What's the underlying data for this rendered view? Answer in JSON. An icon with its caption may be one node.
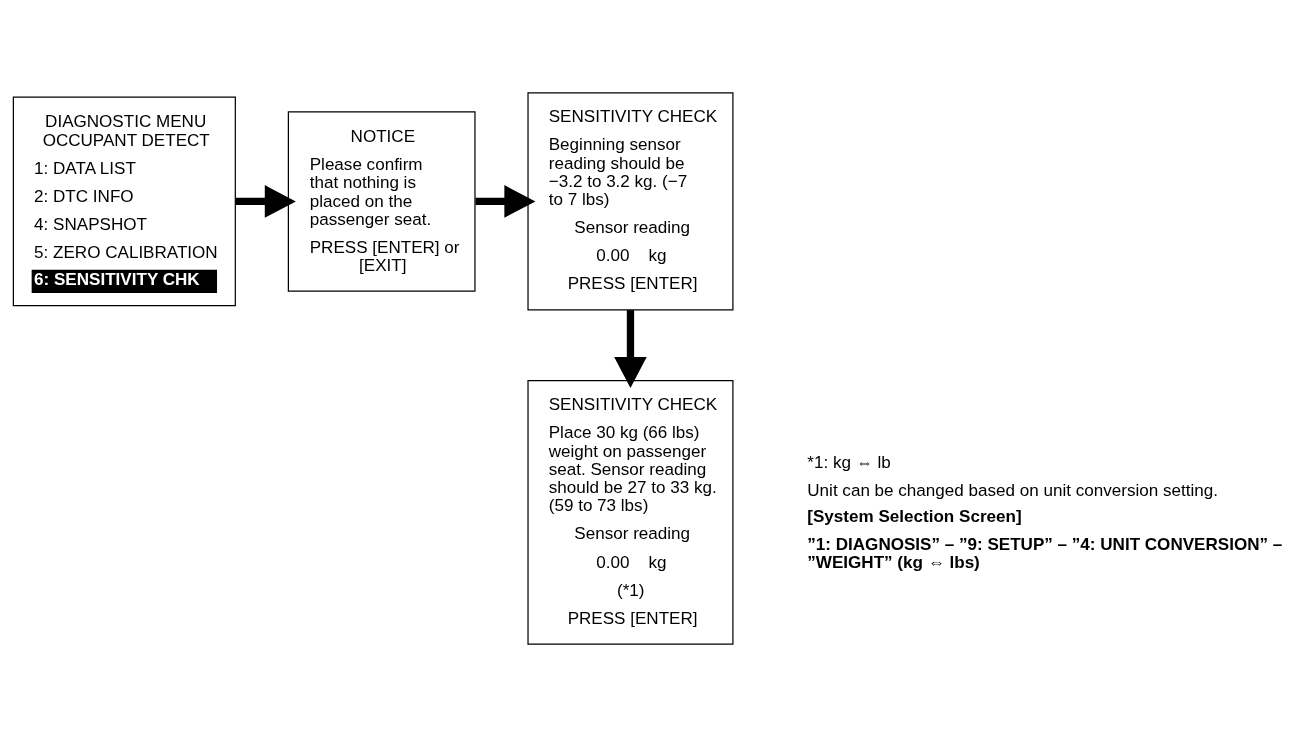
{
  "diagram": {
    "nodes": [
      {
        "text": [
          "DIAGNOSTIC MENU OCCUPANT DETECT",
          "1: DATA LIST",
          "2: DTC INFO",
          "4: SNAPSHOT",
          "5: ZERO CALIBRATION",
          "6: SENSITIVITY CHK"
        ]
      },
      {
        "text": [
          "NOTICE",
          "Please confirm that nothing is placed on the passenger seat.",
          "PRESS [ENTER] or [EXIT]"
        ]
      },
      {
        "text": [
          "SENSITIVITY CHECK",
          "Beginning sensor reading should be −3.2 to 3.2 kg. (−7 to 7 lbs)",
          "Sensor reading",
          "0.00    kg",
          "PRESS [ENTER]"
        ]
      },
      {
        "text": [
          "SENSITIVITY CHECK",
          "Place 30 kg (66 lbs) weight on passenger seat. Sensor reading should be 27 to 33 kg. (59 to 73 lbs)",
          "Sensor reading",
          "0.00    kg",
          "(*1)",
          "PRESS [ENTER]"
        ]
      }
    ],
    "edges": [
      {
        "from": 0,
        "to": 1,
        "arrow": "to"
      },
      {
        "from": 1,
        "to": 2,
        "arrow": "to"
      },
      {
        "from": 2,
        "to": 3,
        "arrow": "to"
      }
    ],
    "labels": [
      "*1: kg ⇔ lb",
      "Unit can be changed based on unit conversion setting.",
      "[System Selection Screen]",
      "”1: DIAGNOSIS” – ”9: SETUP” – ”4: UNIT CONVERSION” – ”WEIGHT” (kg ⇔ lbs)"
    ]
  }
}
